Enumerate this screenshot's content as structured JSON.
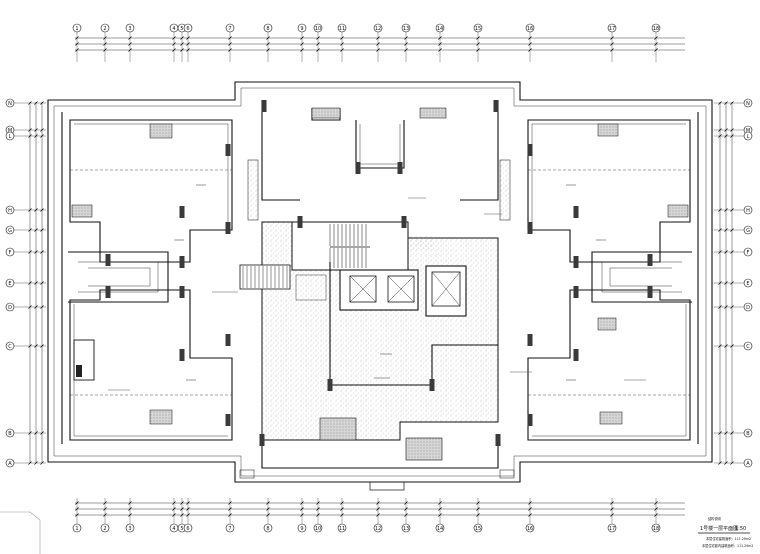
{
  "axes": {
    "top_bottom": [
      "1",
      "2",
      "3",
      "4",
      "5",
      "6",
      "7",
      "8",
      "9",
      "10",
      "11",
      "12",
      "13",
      "14",
      "15",
      "16",
      "17",
      "18"
    ],
    "left_right": [
      "N",
      "M",
      "L",
      "H",
      "G",
      "F",
      "E",
      "D",
      "C",
      "B",
      "A"
    ]
  },
  "title_block": {
    "drawing_title": "1号楼一层平面图",
    "scale": "1:50",
    "note_1": "本层住宅建筑面积：111.29m2",
    "note_2": "本层住宅套内建筑面积：111.29m2",
    "stamp": "结构说明"
  },
  "colors": {
    "line": "#111111",
    "hatch": "#c8c8c8",
    "background": "#ffffff"
  },
  "icons": [
    "stair-symbol",
    "elevator-symbol",
    "column-marker",
    "axis-bubble"
  ]
}
